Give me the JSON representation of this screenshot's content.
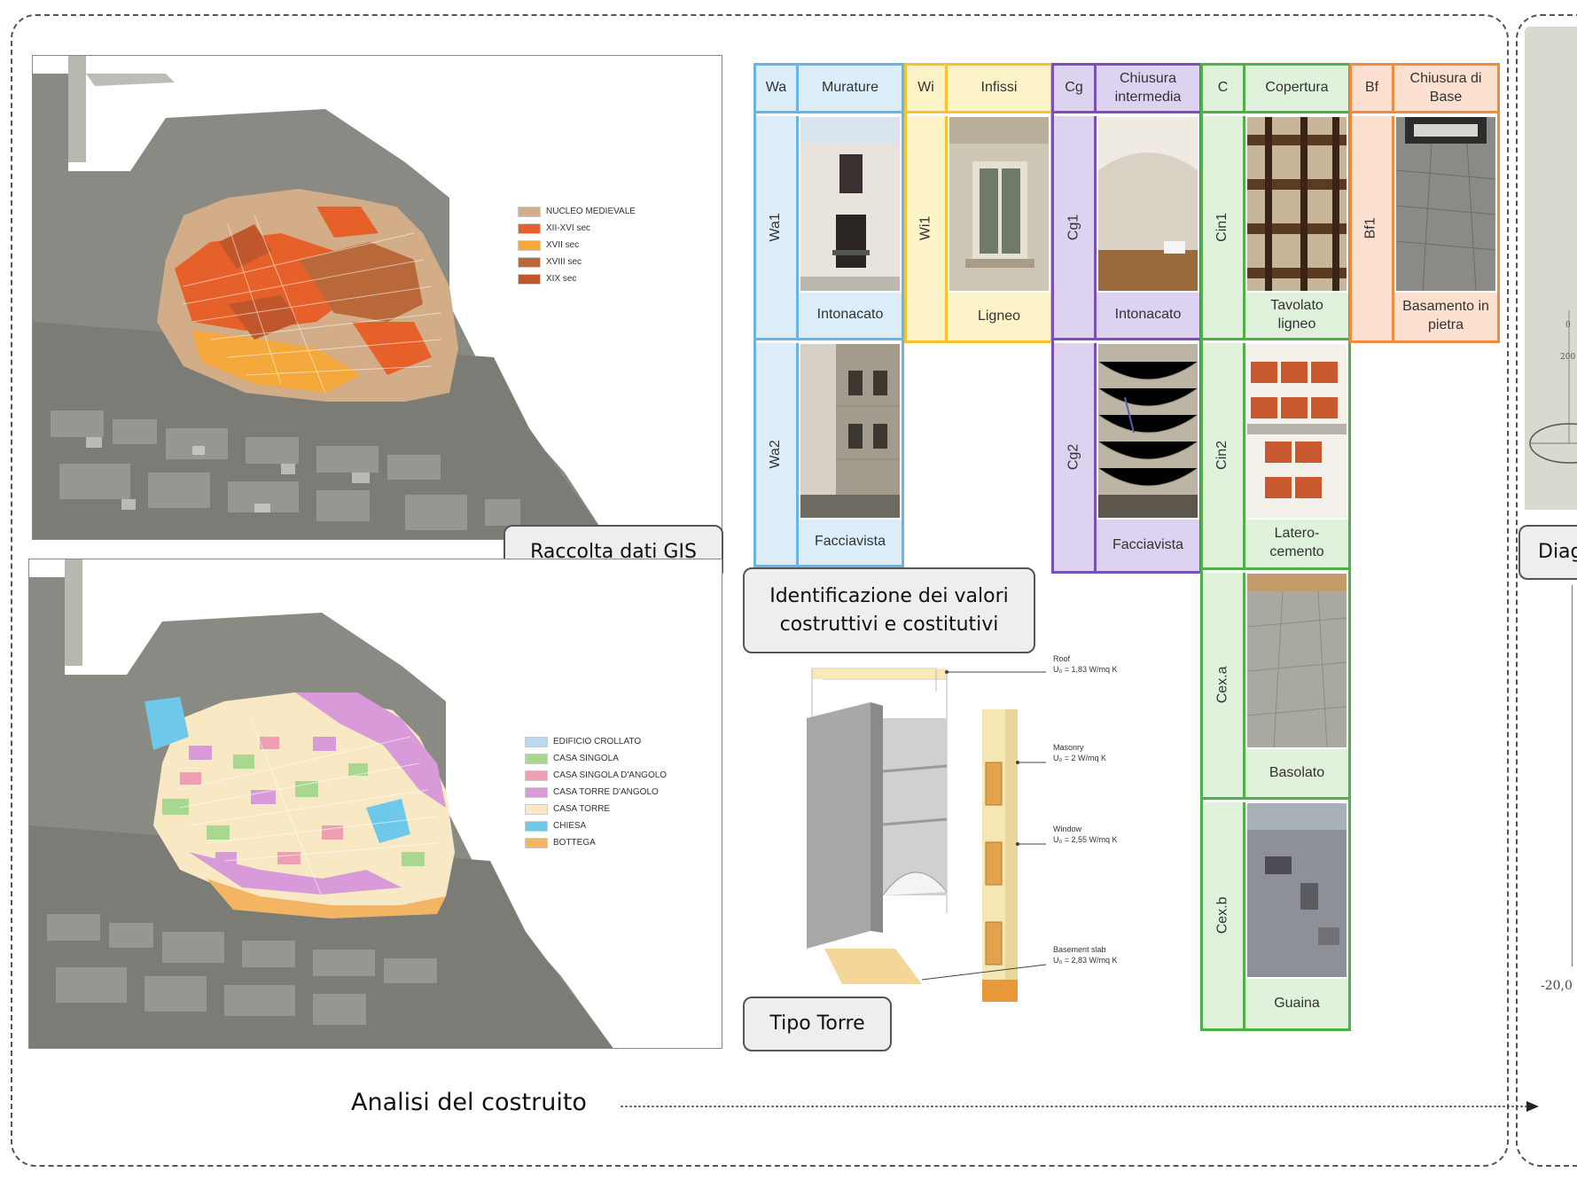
{
  "maps": {
    "legend_top": [
      {
        "label": "NUCLEO MEDIEVALE",
        "color": "#d2ad88"
      },
      {
        "label": "XII-XVI sec",
        "color": "#e6612a"
      },
      {
        "label": "XVII sec",
        "color": "#f5a93c"
      },
      {
        "label": "XVIII sec",
        "color": "#b9683a"
      },
      {
        "label": "XIX sec",
        "color": "#c0562c"
      }
    ],
    "legend_bottom": [
      {
        "label": "EDIFICIO CROLLATO",
        "color": "#bcd8ee"
      },
      {
        "label": "CASA SINGOLA",
        "color": "#a8d890"
      },
      {
        "label": "CASA SINGOLA D'ANGOLO",
        "color": "#ef9fb4"
      },
      {
        "label": "CASA TORRE D'ANGOLO",
        "color": "#d89ad8"
      },
      {
        "label": "CASA TORRE",
        "color": "#f8e8c4"
      },
      {
        "label": "CHIESA",
        "color": "#6ec8ea"
      },
      {
        "label": "BOTTEGA",
        "color": "#f3b464"
      }
    ]
  },
  "captions": {
    "gis": "Raccolta dati GIS",
    "ident_line1": "Identificazione dei valori",
    "ident_line2": "costruttivi e costitutivi",
    "torre": "Tipo Torre",
    "diag": "Diag",
    "analisi": "Analisi del costruito"
  },
  "table": {
    "headers": {
      "wa_code": "Wa",
      "wa_name": "Murature",
      "wi_code": "Wi",
      "wi_name": "Infissi",
      "cg_code": "Cg",
      "cg_name_1": "Chiusura",
      "cg_name_2": "intermedia",
      "c_code": "C",
      "c_name": "Copertura",
      "bf_code": "Bf",
      "bf_name_1": "Chiusura di",
      "bf_name_2": "Base"
    },
    "rows": {
      "wa1": "Wa1",
      "wa1_label": "Intonacato",
      "wa2": "Wa2",
      "wa2_label": "Facciavista",
      "wi1": "Wi1",
      "wi1_label": "Ligneo",
      "cg1": "Cg1",
      "cg1_label": "Intonacato",
      "cg2": "Cg2",
      "cg2_label": "Facciavista",
      "cin1": "Cin1",
      "cin1_label_1": "Tavolato",
      "cin1_label_2": "ligneo",
      "cin2": "Cin2",
      "cin2_label_1": "Latero-",
      "cin2_label_2": "cemento",
      "cexa": "Cex.a",
      "cexa_label": "Basolato",
      "cexb": "Cex.b",
      "cexb_label": "Guaina",
      "bf1": "Bf1",
      "bf1_label_1": "Basamento in",
      "bf1_label_2": "pietra"
    },
    "colors": {
      "wa": "#6cb4e4",
      "wa_fill": "#dbeefa",
      "wi": "#f3c42e",
      "wi_fill": "#fdf3c8",
      "cg": "#7a4fb8",
      "cg_fill": "#ddd2f0",
      "c": "#4fb04a",
      "c_fill": "#e0f2dc",
      "bf": "#f08a3c",
      "bf_fill": "#fde0cf"
    }
  },
  "tower": {
    "roof_1": "Roof",
    "roof_2": "U₀ = 1,83 W/mq K",
    "masonry_1": "Masonry",
    "masonry_2": "U₀ = 2 W/mq K",
    "window_1": "Window",
    "window_2": "U₀ = 2,55 W/mq K",
    "slab_1": "Basement slab",
    "slab_2": "U₀ = 2,83 W/mq K"
  },
  "right_panel": {
    "tick_0": "0",
    "tick_200": "200",
    "neg_label": "-20,0"
  }
}
